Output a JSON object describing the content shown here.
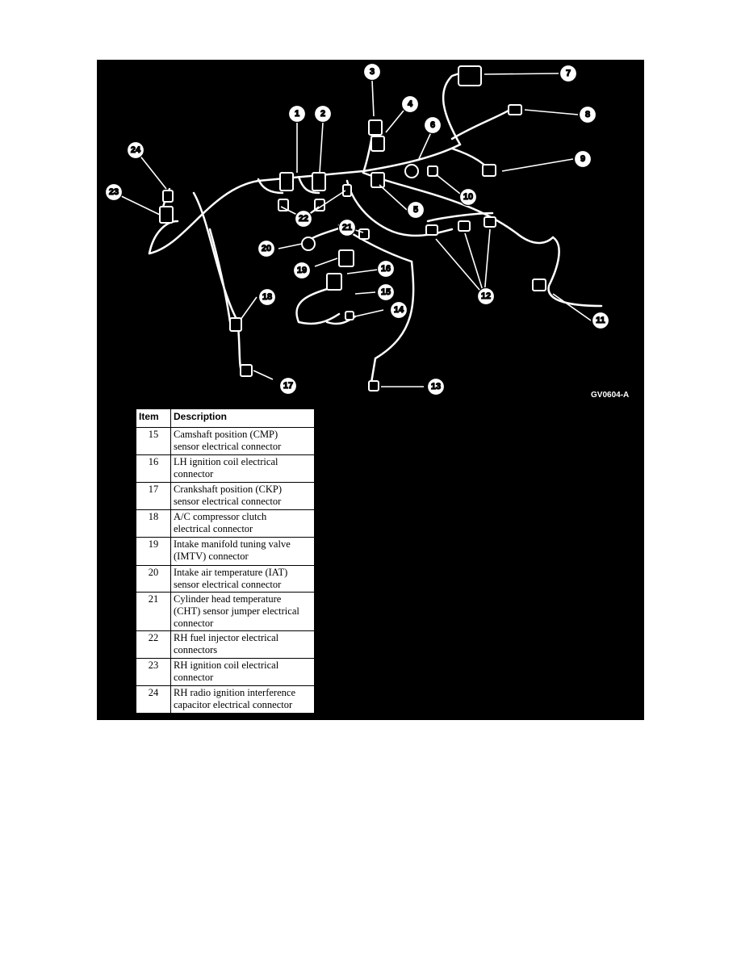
{
  "figure_id": "GV0604-A",
  "callouts": [
    "1",
    "2",
    "3",
    "4",
    "5",
    "6",
    "7",
    "8",
    "9",
    "10",
    "11",
    "12",
    "13",
    "14",
    "15",
    "16",
    "17",
    "18",
    "19",
    "20",
    "21",
    "22",
    "23",
    "24"
  ],
  "legend": {
    "headers": {
      "item": "Item",
      "description": "Description"
    },
    "rows": [
      {
        "item": "15",
        "line1": "Camshaft position (CMP)",
        "line2": "sensor electrical connector",
        "line3": ""
      },
      {
        "item": "16",
        "line1": "LH ignition coil electrical",
        "line2": "connector",
        "line3": ""
      },
      {
        "item": "17",
        "line1": "Crankshaft position (CKP)",
        "line2": "sensor electrical connector",
        "line3": ""
      },
      {
        "item": "18",
        "line1": "A/C compressor clutch",
        "line2": "electrical connector",
        "line3": ""
      },
      {
        "item": "19",
        "line1": "Intake manifold tuning valve",
        "line2": "(IMTV) connector",
        "line3": ""
      },
      {
        "item": "20",
        "line1": "Intake air temperature (IAT)",
        "line2": "sensor electrical connector",
        "line3": ""
      },
      {
        "item": "21",
        "line1": "Cylinder head temperature",
        "line2": "(CHT) sensor jumper electrical",
        "line3": "connector"
      },
      {
        "item": "22",
        "line1": "RH fuel injector electrical",
        "line2": "connectors",
        "line3": ""
      },
      {
        "item": "23",
        "line1": "RH ignition coil electrical",
        "line2": "connector",
        "line3": ""
      },
      {
        "item": "24",
        "line1": "RH radio ignition interference",
        "line2": "capacitor electrical connector",
        "line3": ""
      }
    ]
  }
}
